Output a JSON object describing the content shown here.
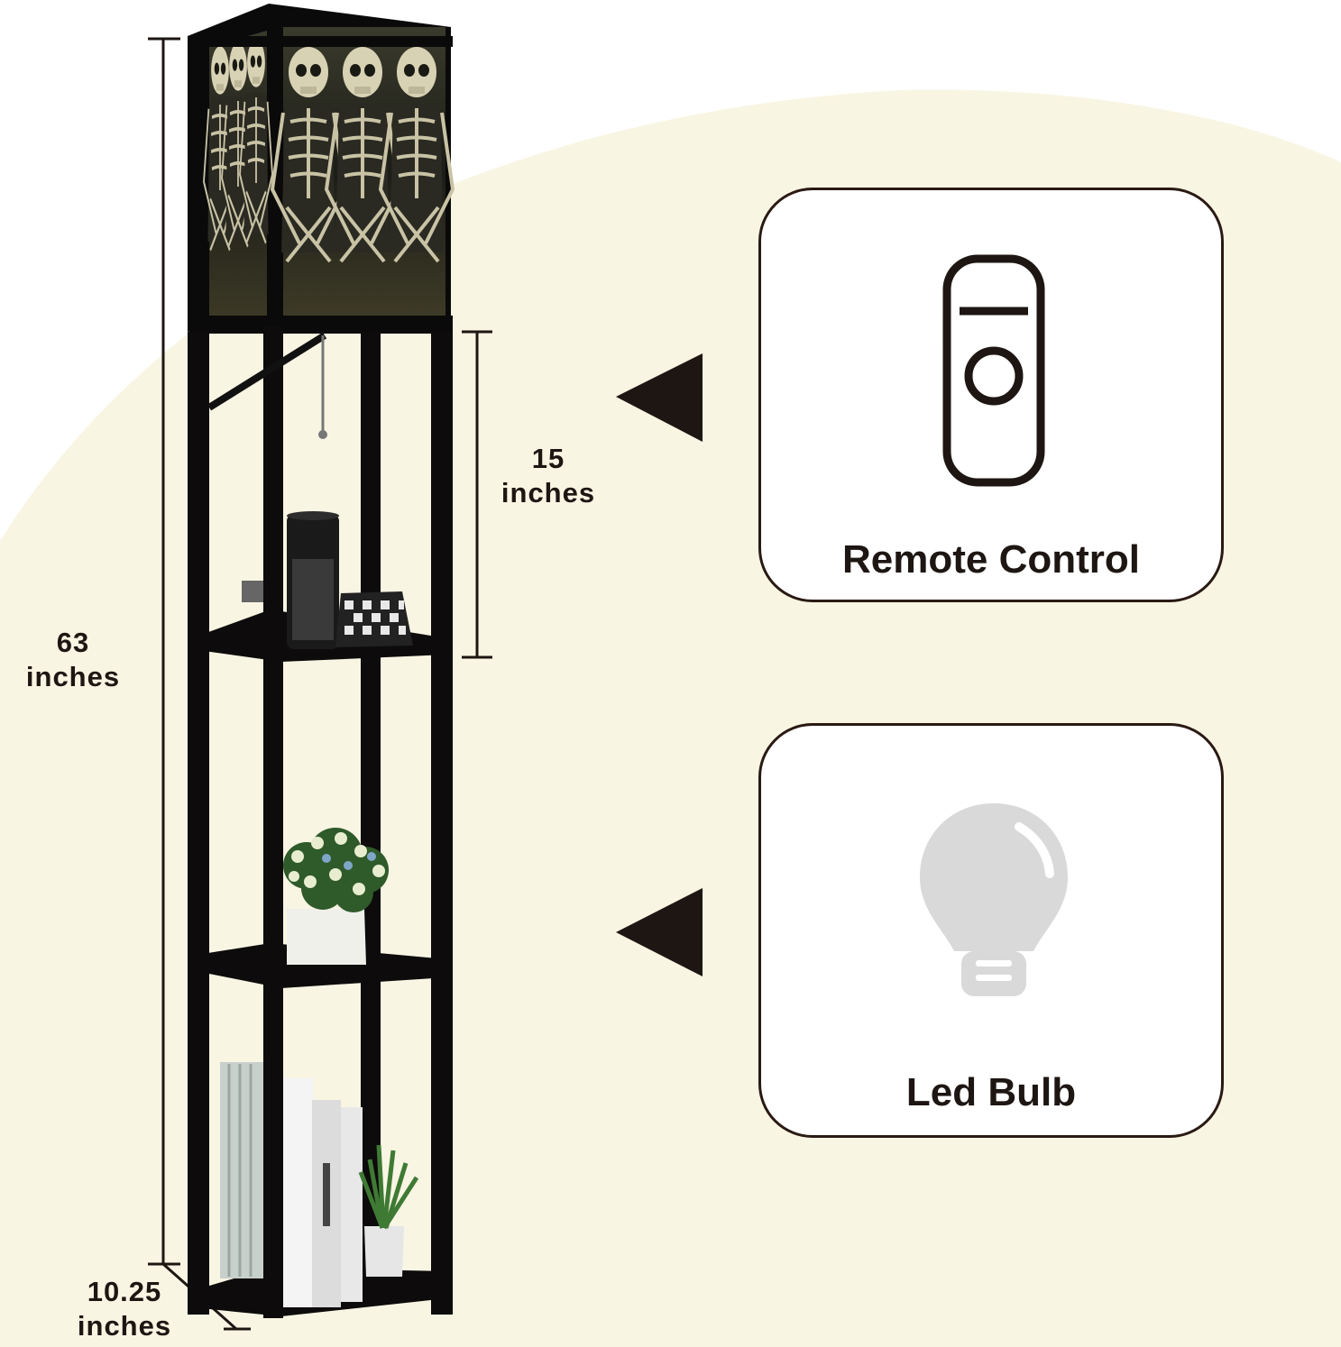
{
  "colors": {
    "background_blob": "#f9f5e3",
    "frame": "#0d0b0b",
    "card_border": "#2a1a13",
    "text": "#1d1612",
    "bulb": "#d9d9d9"
  },
  "dimensions": {
    "height": {
      "value": "63",
      "unit": "inches"
    },
    "shelf_gap": {
      "value": "15",
      "unit": "inches"
    },
    "base": {
      "value": "10.25",
      "unit": "inches"
    }
  },
  "features": [
    {
      "label": "Remote Control",
      "icon": "remote-control-icon"
    },
    {
      "label": "Led Bulb",
      "icon": "led-bulb-icon"
    }
  ]
}
